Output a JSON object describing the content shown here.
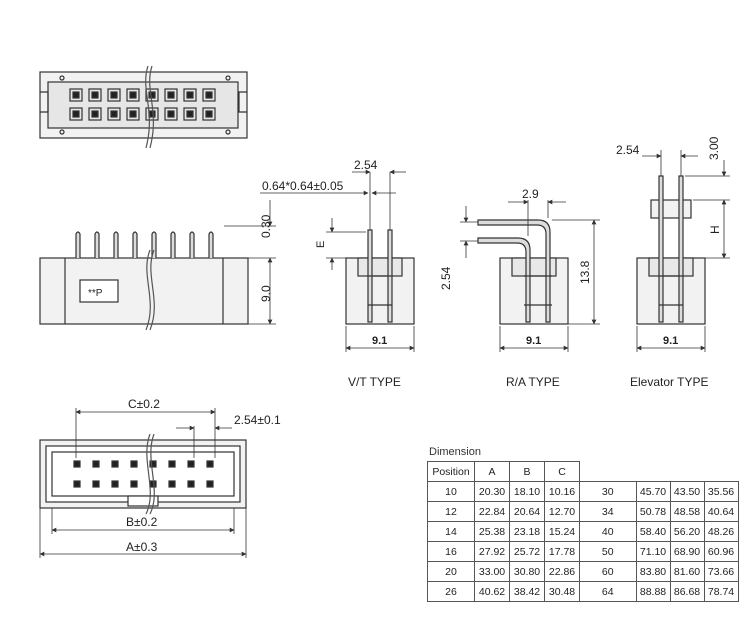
{
  "top_view": {},
  "side_view": {
    "pin_height_label": "0.30",
    "body_height_label": "9.0",
    "marking_label": "**P"
  },
  "vt_type": {
    "pitch_label": "2.54",
    "pin_section_label": "0.64*0.64±0.05",
    "e_label": "E",
    "width_label": "9.1",
    "caption": "V/T  TYPE"
  },
  "ra_type": {
    "offset_label": "2.9",
    "pitch_label": "2.54",
    "height_label": "13.8",
    "width_label": "9.1",
    "caption": "R/A  TYPE"
  },
  "elevator_type": {
    "pitch_label": "2.54",
    "top_label": "3.00",
    "h_label": "H",
    "width_label": "9.1",
    "caption": "Elevator  TYPE"
  },
  "front_view": {
    "c_label": "C±0.2",
    "pitch_label": "2.54±0.1",
    "b_label": "B±0.2",
    "a_label": "A±0.3"
  },
  "dimension_table": {
    "title": "Dimension",
    "headers": [
      "Position",
      "A",
      "B",
      "C"
    ],
    "rows": [
      [
        "10",
        "20.30",
        "18.10",
        "10.16",
        "30",
        "45.70",
        "43.50",
        "35.56"
      ],
      [
        "12",
        "22.84",
        "20.64",
        "12.70",
        "34",
        "50.78",
        "48.58",
        "40.64"
      ],
      [
        "14",
        "25.38",
        "23.18",
        "15.24",
        "40",
        "58.40",
        "56.20",
        "48.26"
      ],
      [
        "16",
        "27.92",
        "25.72",
        "17.78",
        "50",
        "71.10",
        "68.90",
        "60.96"
      ],
      [
        "20",
        "33.00",
        "30.80",
        "22.86",
        "60",
        "83.80",
        "81.60",
        "73.66"
      ],
      [
        "26",
        "40.62",
        "38.42",
        "30.48",
        "64",
        "88.88",
        "86.68",
        "78.74"
      ]
    ]
  }
}
